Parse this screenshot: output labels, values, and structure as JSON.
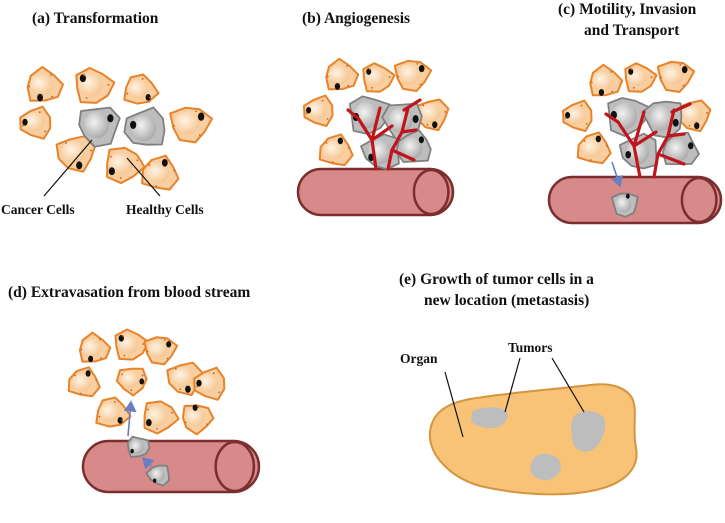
{
  "panels": {
    "a": {
      "title": "(a) Transformation",
      "cancer_label": "Cancer Cells",
      "healthy_label": "Healthy Cells"
    },
    "b": {
      "title": "(b) Angiogenesis"
    },
    "c": {
      "title_line1": "(c) Motility,  Invasion",
      "title_line2": "and Transport"
    },
    "d": {
      "title": "(d) Extravasation  from blood stream"
    },
    "e": {
      "title_line1": "(e) Growth of tumor cells in a",
      "title_line2": "new location (metastasis)",
      "organ_label": "Organ",
      "tumors_label": "Tumors"
    }
  },
  "colors": {
    "healthy_fill": "#F9CFA2",
    "healthy_border": "#E8832A",
    "cancer_fill": "#BDBDBD",
    "cancer_border": "#808080",
    "vessel_fill": "#D88A8A",
    "vessel_border": "#7A2E2E",
    "capillary": "#C0151C",
    "organ_fill": "#F8C277",
    "organ_border": "#D4953F",
    "tumor_fill": "#BDBDBD",
    "arrow": "#6A7FC0"
  }
}
